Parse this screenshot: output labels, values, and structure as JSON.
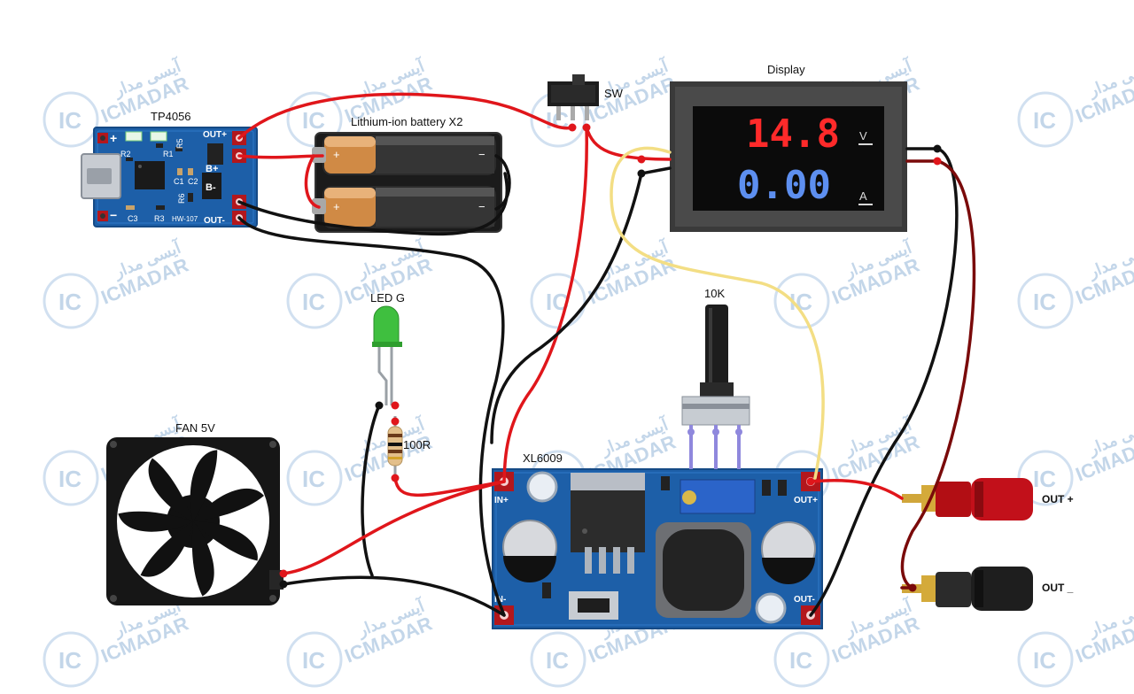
{
  "watermark": {
    "brand": "ICMADAR",
    "logo_text": "IC",
    "logo_sub": "MADAR",
    "persian": "آیسی مدار"
  },
  "components": {
    "tp4056": {
      "title": "TP4056",
      "pins": {
        "out_plus": "OUT+",
        "b_plus": "B+",
        "b_minus": "B-",
        "out_minus": "OUT-"
      },
      "silk": {
        "plus": "+",
        "minus": "−",
        "r2": "R2",
        "r1": "R1",
        "r5": "R5",
        "c1": "C1",
        "c2": "C2",
        "r6": "R6",
        "c3": "C3",
        "r3": "R3",
        "model": "HW-107"
      }
    },
    "battery": {
      "title": "Lithium-ion battery X2",
      "plus": "+",
      "minus": "−"
    },
    "switch": {
      "title": "SW"
    },
    "display": {
      "title": "Display",
      "voltage": "14.8",
      "current": "0.00",
      "unit_v": "V",
      "unit_a": "A"
    },
    "led": {
      "title": "LED G"
    },
    "resistor": {
      "title": "100R"
    },
    "potentiometer": {
      "title": "10K"
    },
    "fan": {
      "title": "FAN 5V"
    },
    "xl6009": {
      "title": "XL6009",
      "in_plus": "IN+",
      "in_minus": "IN-",
      "out_plus": "OUT+",
      "out_minus": "OUT-"
    },
    "terminals": {
      "out_plus": "OUT +",
      "out_minus": "OUT _"
    }
  },
  "colors": {
    "pcb_blue": "#1d5fa8",
    "wire_red": "#e0161b",
    "wire_black": "#111111",
    "wire_yellow": "#f3de84",
    "wire_darkred": "#7a0a0a",
    "pot_lead": "#8f88dd",
    "seg_red": "#ff2a2a",
    "seg_blue": "#5d8ff0"
  }
}
